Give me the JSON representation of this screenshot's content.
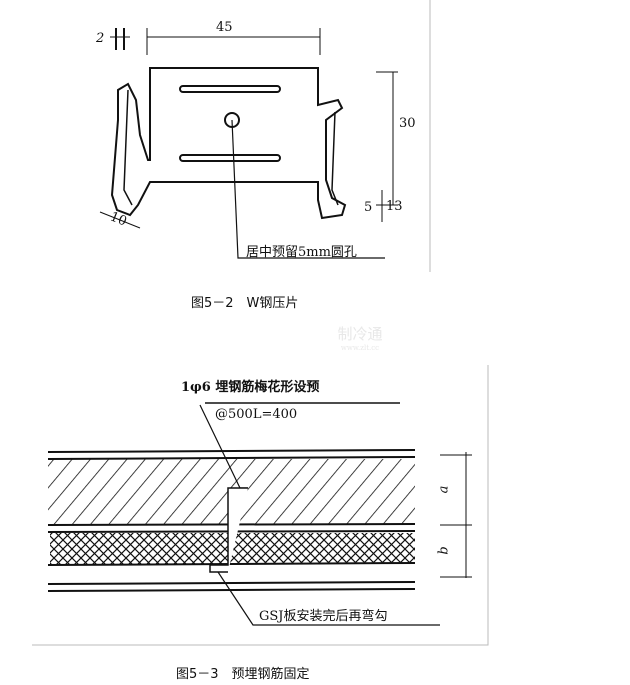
{
  "figure1": {
    "dims": {
      "thickness": "2",
      "width": "45",
      "height": "30",
      "lip1": "5",
      "lip2": "13",
      "flange": "10"
    },
    "note": "居中预留5mm圆孔",
    "caption": "图5－2　W钢压片"
  },
  "watermark": {
    "title": "制冷通",
    "url": "www.zlt.cc"
  },
  "figure2": {
    "note1": "1φ6 埋钢筋梅花形设预",
    "note2": "@500L=400",
    "note3": "GSJ板安装完后再弯勾",
    "dim_a": "a",
    "dim_b": "b",
    "caption": "图5－3　预埋钢筋固定"
  }
}
